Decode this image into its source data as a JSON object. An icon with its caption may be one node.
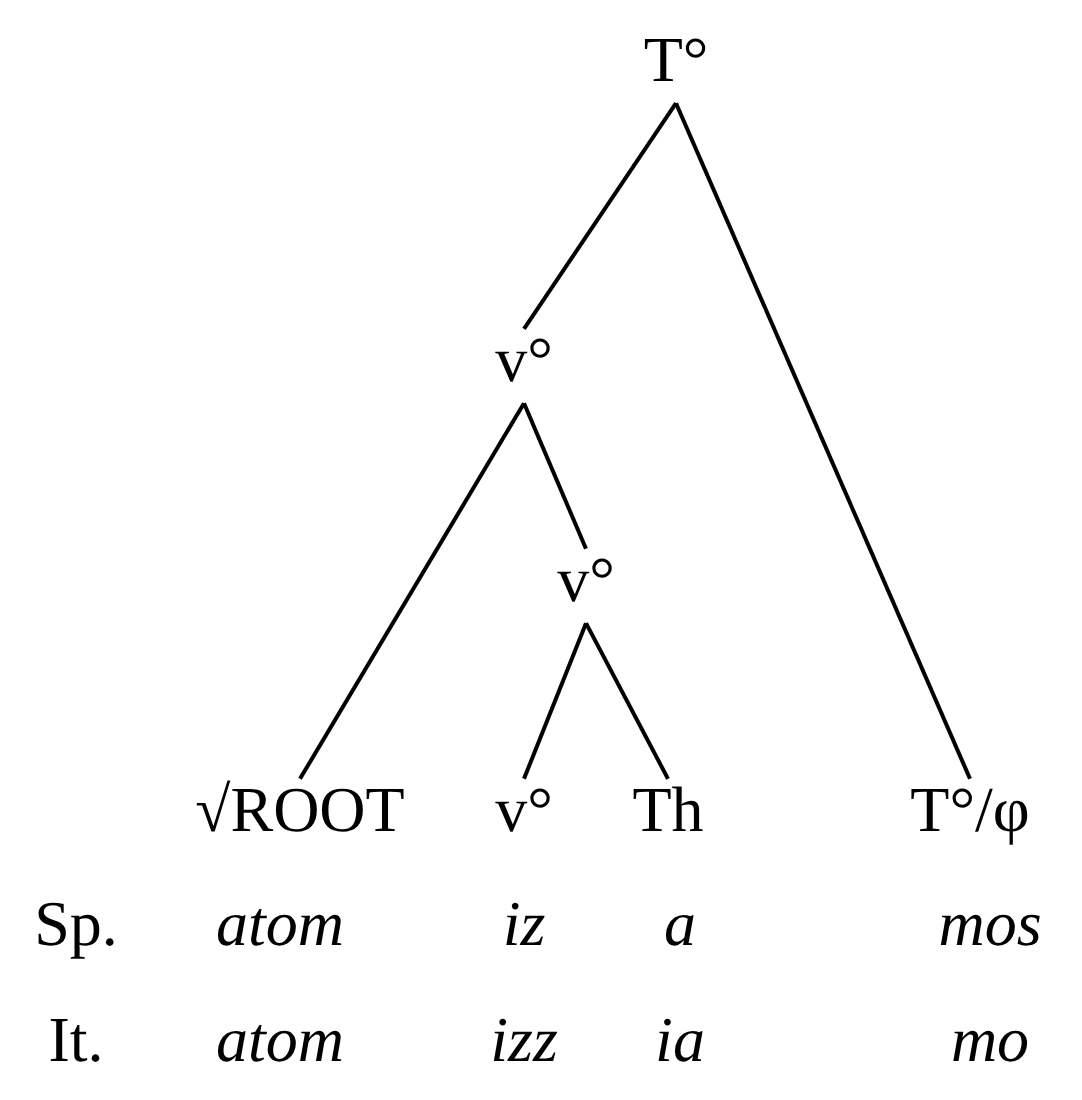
{
  "diagram": {
    "nodes": [
      {
        "text": [
          "T°"
        ]
      },
      {
        "text": [
          "v°"
        ]
      },
      {
        "text": [
          "v°"
        ]
      },
      {
        "text": [
          "√ROOT"
        ]
      },
      {
        "text": [
          "v°"
        ]
      },
      {
        "text": [
          "Th"
        ]
      },
      {
        "text": [
          "T°/φ"
        ]
      }
    ],
    "edges": [
      {
        "from": 0,
        "to": 1,
        "arrow": "none"
      },
      {
        "from": 0,
        "to": 6,
        "arrow": "none"
      },
      {
        "from": 1,
        "to": 3,
        "arrow": "none"
      },
      {
        "from": 1,
        "to": 2,
        "arrow": "none"
      },
      {
        "from": 2,
        "to": 4,
        "arrow": "none"
      },
      {
        "from": 2,
        "to": 5,
        "arrow": "none"
      }
    ],
    "labels": [
      "Sp.",
      "atom",
      "iz",
      "a",
      "mos",
      "It.",
      "atom",
      "izz",
      "ia",
      "mo"
    ]
  }
}
